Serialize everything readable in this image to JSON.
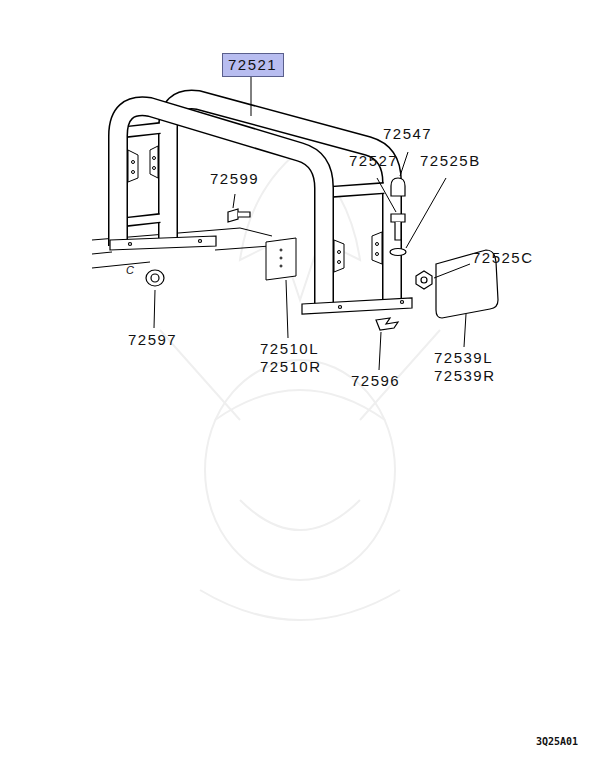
{
  "diagram": {
    "nodes": [
      {
        "text": [
          "72521"
        ]
      }
    ],
    "labels": [
      "72547",
      "72527",
      "72525B",
      "72599",
      "72525C",
      "72597",
      "72510L",
      "72510R",
      "72596",
      "72539L",
      "72539R",
      "C",
      "3Q25A01"
    ]
  }
}
